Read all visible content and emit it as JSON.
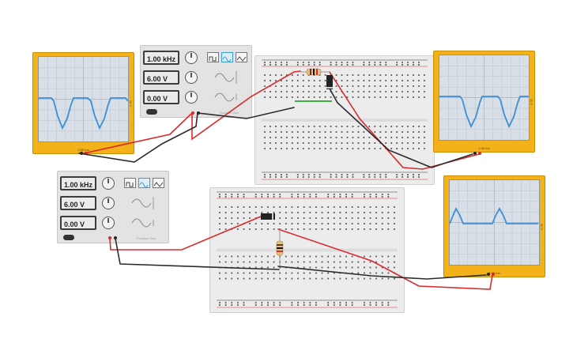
{
  "generators": [
    {
      "frequency": "1.00 kHz",
      "amplitude": "6.00 V",
      "offset": "0.00 V",
      "label": "Function Gen"
    },
    {
      "frequency": "1.00 kHz",
      "amplitude": "6.00 V",
      "offset": "0.00 V",
      "label": "Function Gen"
    }
  ],
  "scopes": [
    {
      "time_label": "2.00 ms",
      "volt_label": "10 V",
      "waveform": "clipped-sine"
    },
    {
      "time_label": "2.00 ms",
      "volt_label": "10 V",
      "waveform": "clipped-sine"
    },
    {
      "time_label": "2.00 ms",
      "volt_label": "10 V",
      "waveform": "half-wave"
    }
  ],
  "colors": {
    "scope_body": "#f3b21a",
    "wire_red": "#d92b2b",
    "wire_black": "#2b2b2b",
    "trace": "#3b8fd6",
    "jumper": "#3cb043"
  },
  "icons": [
    "square-wave-icon",
    "sine-wave-icon",
    "triangle-wave-icon",
    "knob-icon",
    "power-switch-icon"
  ]
}
